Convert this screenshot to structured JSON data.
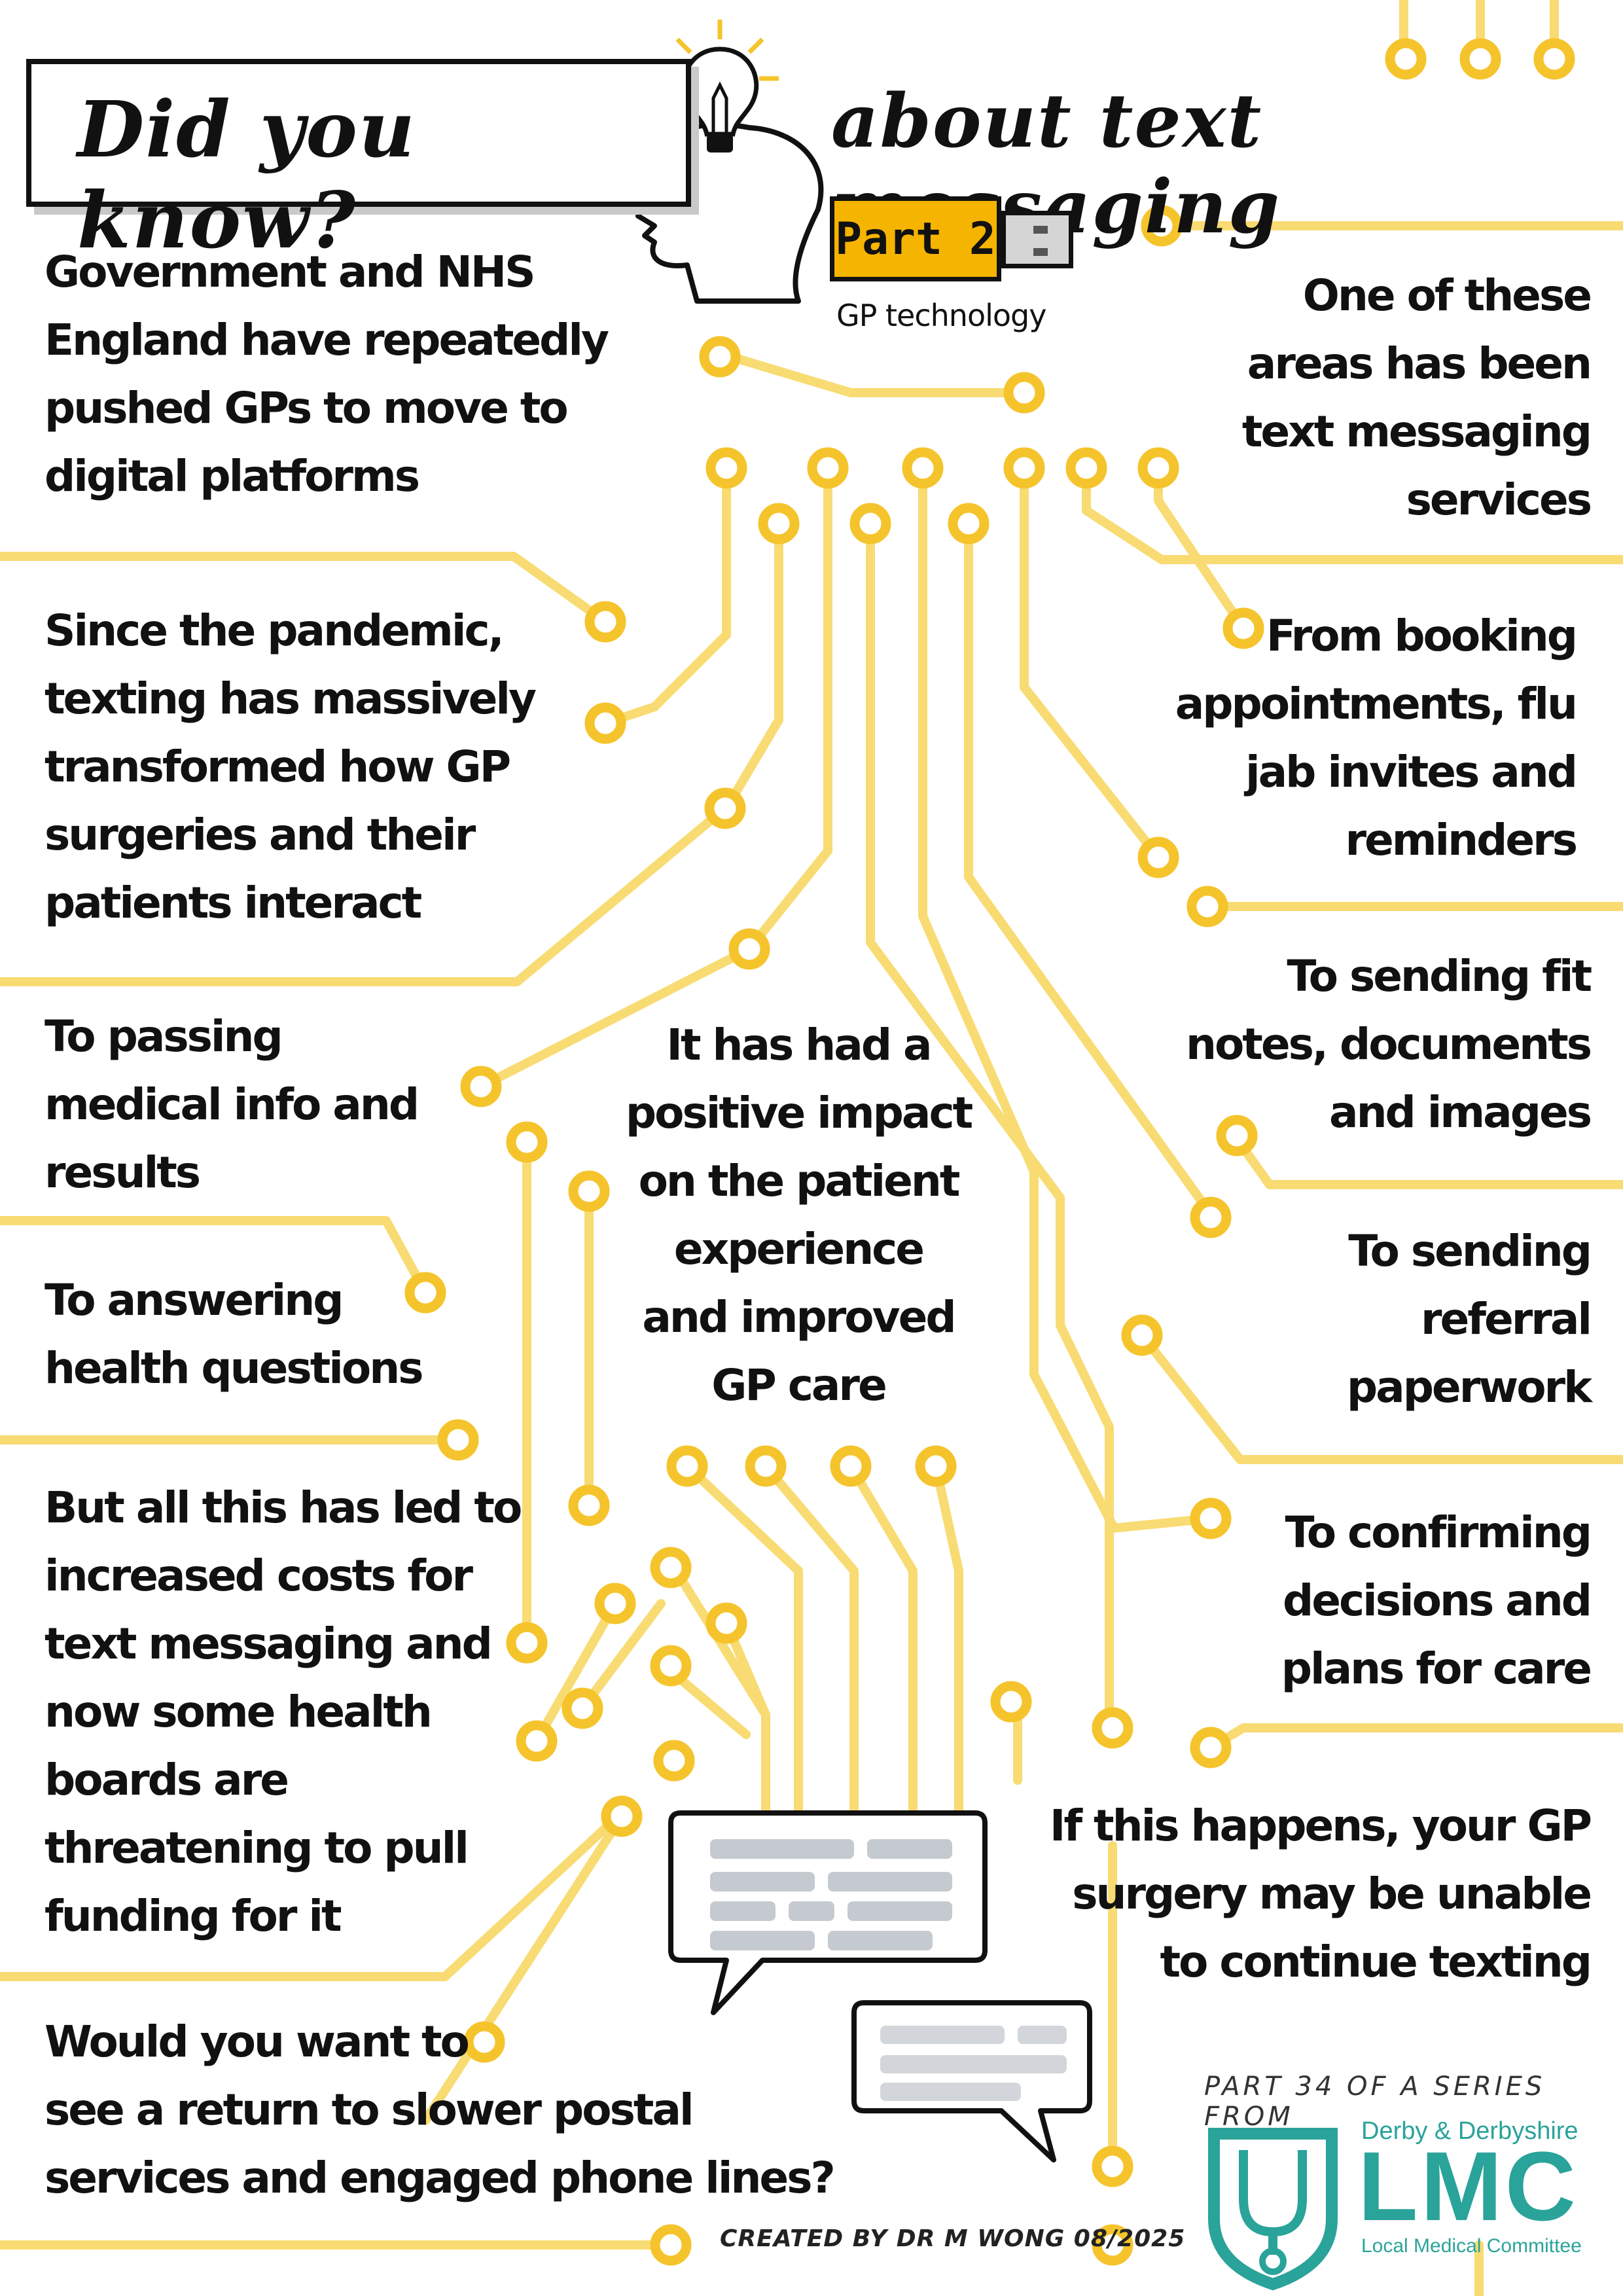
{
  "header": {
    "title_left": "Did you know?",
    "title_right": "about text messaging",
    "tag": "Part 2",
    "subtitle": "GP technology"
  },
  "blocks": {
    "b1": "Government and NHS\nEngland have repeatedly\npushed GPs to move to\ndigital platforms",
    "b2": "One of these\nareas has been\ntext messaging\nservices",
    "b3": "Since the pandemic,\ntexting has massively\ntransformed how GP\nsurgeries and their\npatients interact",
    "b4": "From booking\nappointments, flu\njab invites and\nreminders",
    "b5": "To sending fit\nnotes, documents\nand images",
    "b6": "To passing\nmedical info and\nresults",
    "b7": "It has had a\npositive impact\non the patient\nexperience\nand improved\nGP care",
    "b8": "To sending\nreferral\npaperwork",
    "b9": "To answering\nhealth questions",
    "b10": "To confirming\ndecisions and\nplans for care",
    "b11": "But all this has led to\nincreased costs for\ntext messaging and\nnow some health\nboards are\nthreatening to pull\nfunding for it",
    "b12": "If this happens, your GP\nsurgery may be unable\nto continue texting",
    "b13": "Would you want to\nsee a return to slower postal\nservices and engaged phone lines?"
  },
  "footer": {
    "credit": "CREATED BY DR M WONG 08/2025",
    "series": "PART 34 OF A SERIES FROM",
    "org_top": "Derby & Derbyshire",
    "org_name": "LMC",
    "org_bottom": "Local Medical Committee"
  },
  "colors": {
    "trace": "#F8DB72",
    "node": "#F5C42C",
    "tag": "#F5B400",
    "brand_teal": "#2aa39a"
  },
  "icons": [
    "lightbulb-icon",
    "head-profile-icon",
    "usb-plug-icon",
    "chat-bubble-icon",
    "stethoscope-shield-icon"
  ]
}
